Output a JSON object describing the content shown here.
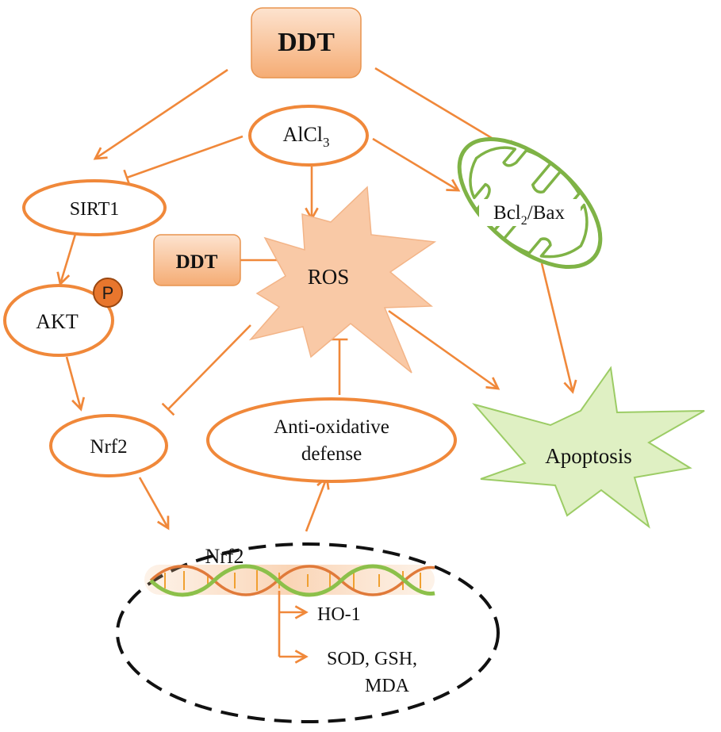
{
  "nodes": {
    "ddt_top": "DDT",
    "alcl3": {
      "base": "AlCl",
      "sub": "3"
    },
    "sirt1": "SIRT1",
    "akt": "AKT",
    "phospho": "P",
    "nrf2": "Nrf2",
    "ddt_mid": "DDT",
    "ros": "ROS",
    "bcl2_bax": {
      "base": "Bcl",
      "sub": "2",
      "rest": "/Bax"
    },
    "antioxidative": {
      "line1": "Anti-oxidative",
      "line2": "defense"
    },
    "apoptosis": "Apoptosis",
    "nucleus_nrf2": "Nrf2",
    "ho1": "HO-1",
    "genes": {
      "line1": "SOD, GSH,",
      "line2": "MDA"
    }
  },
  "colors": {
    "arrow": "#f0883a",
    "node_border": "#f0883a",
    "ddt_box": "#f7b98a",
    "ros_star": "#f9c9a6",
    "mito": "#7fb346",
    "apoptosis_fill": "#dff0c3",
    "apoptosis_border": "#9ccc65",
    "phospho_fill": "#e8762d",
    "nucleus_border": "#111111"
  }
}
